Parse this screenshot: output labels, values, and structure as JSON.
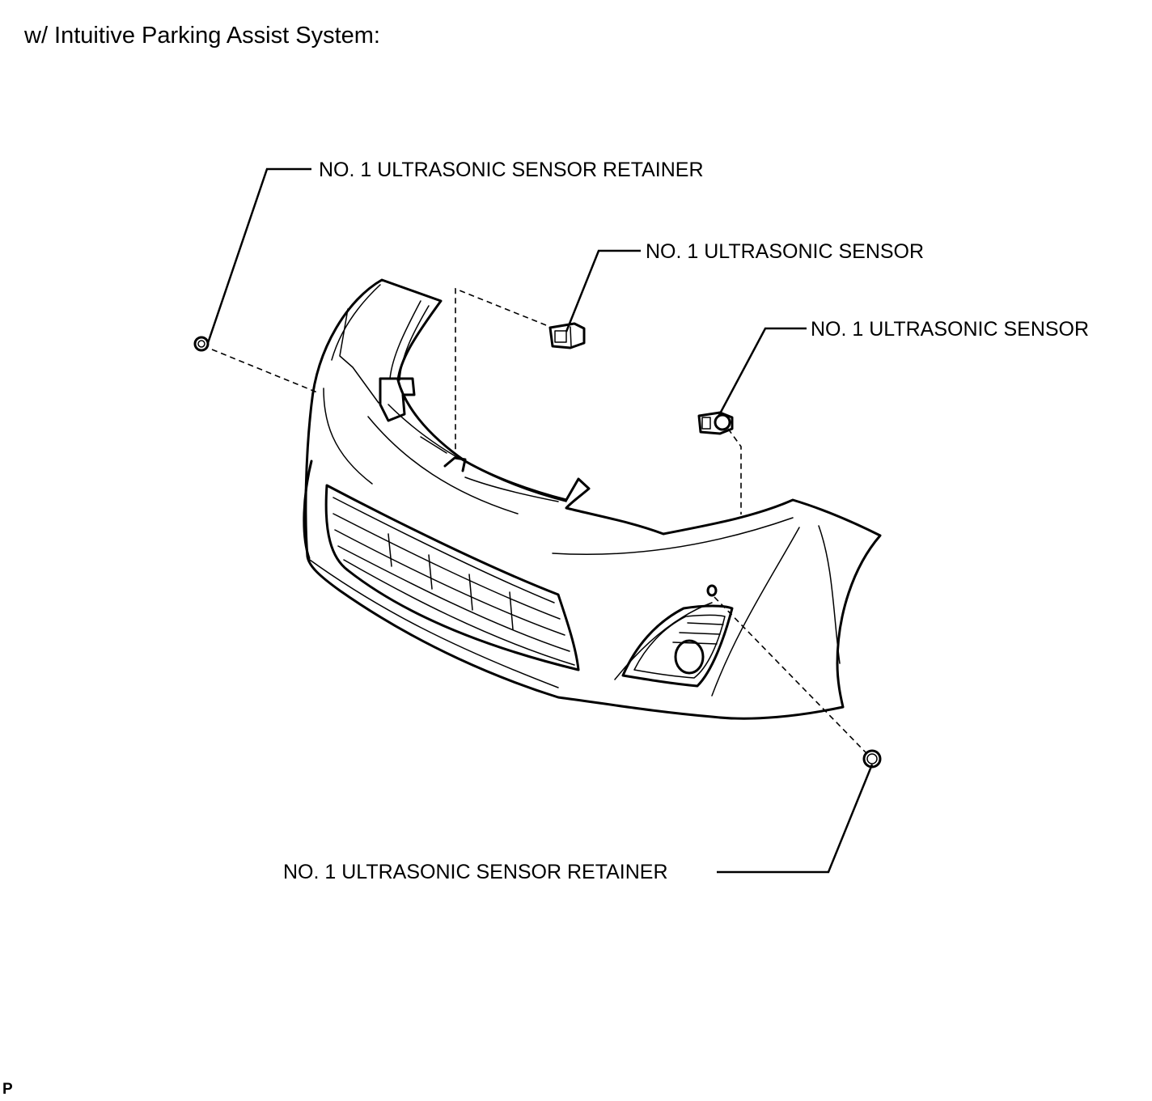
{
  "heading": "w/ Intuitive Parking Assist System:",
  "callouts": {
    "retainer_top": "NO. 1 ULTRASONIC SENSOR RETAINER",
    "sensor_left": "NO. 1 ULTRASONIC SENSOR",
    "sensor_right": "NO. 1 ULTRASONIC SENSOR",
    "retainer_bottom": "NO. 1 ULTRASONIC SENSOR RETAINER"
  },
  "corner_mark": "P"
}
